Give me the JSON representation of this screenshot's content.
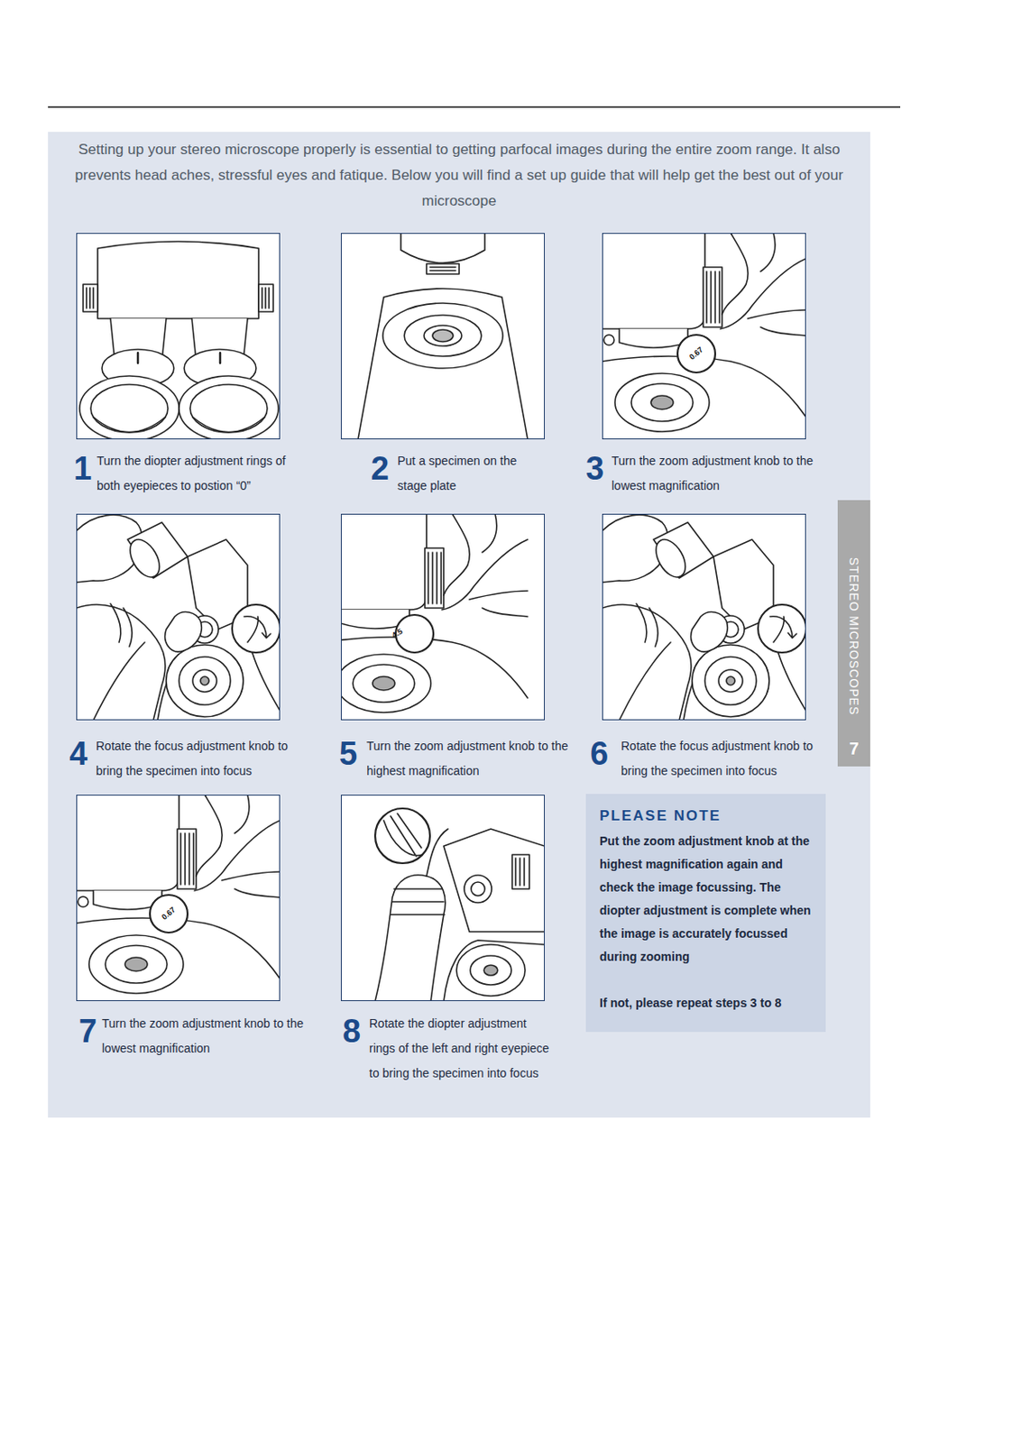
{
  "diagram": {
    "nodes": [
      {
        "text": [
          "Setting up your stereo microscope properly is essential to getting parfocal images during the entire zoom range. It also prevents head aches, stressful eyes and fatique. Below you will find a set up guide that will help get the best out of your microscope"
        ]
      },
      {
        "text": [
          "1",
          "Turn the diopter adjustment rings of both eyepieces to postion “0”"
        ],
        "in": 0
      },
      {
        "text": [
          "2",
          "Put a specimen on the stage plate"
        ],
        "in": 0
      },
      {
        "text": [
          "3",
          "Turn the zoom adjustment knob to the lowest magnification"
        ],
        "in": 0
      },
      {
        "text": [
          "4",
          "Rotate the focus adjustment knob to bring the specimen into focus"
        ],
        "in": 0
      },
      {
        "text": [
          "5",
          "Turn the zoom adjustment knob to the highest magnification"
        ],
        "in": 0
      },
      {
        "text": [
          "6",
          "Rotate the focus adjustment knob to bring the specimen into focus"
        ],
        "in": 0
      },
      {
        "text": [
          "7",
          "Turn the zoom adjustment knob to the lowest magnification"
        ],
        "in": 0
      },
      {
        "text": [
          "8",
          "Rotate the diopter adjustment rings of the left and right eyepiece to bring the specimen into focus"
        ],
        "in": 0
      },
      {
        "text": [
          "PLEASE NOTE",
          "Put the zoom adjustment knob at the highest magnification again and check the image focussing. The diopter adjustment is complete when the image is accurately focussed during zooming",
          "If not, please repeat steps 3 to 8"
        ],
        "in": 0
      },
      {
        "text": [
          "STEREO MICROSCOPES",
          "7"
        ]
      }
    ],
    "labels": [
      "0.67",
      "4.5",
      "0.67"
    ]
  }
}
